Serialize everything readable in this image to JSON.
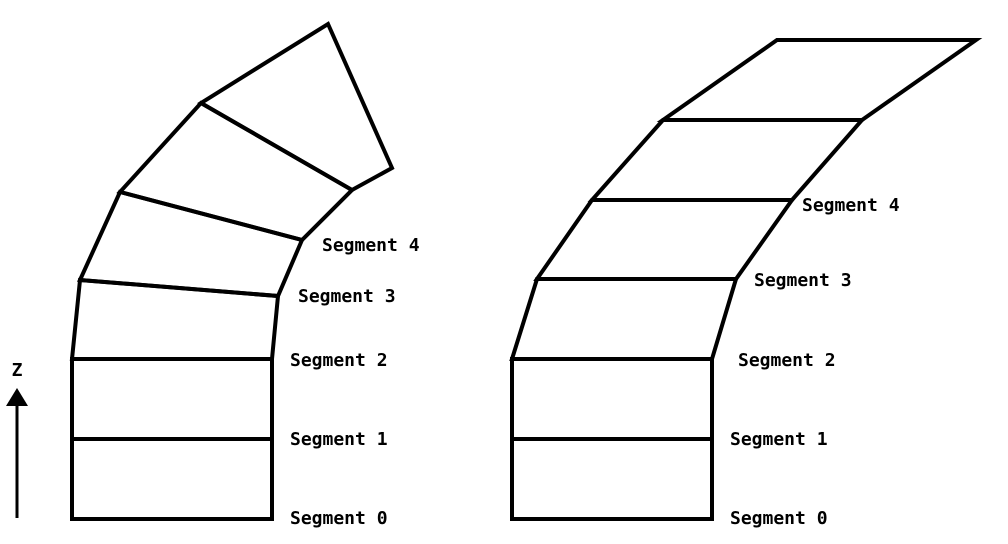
{
  "axis": {
    "label": "Z"
  },
  "left_figure": {
    "labels": {
      "seg0": "Segment 0",
      "seg1": "Segment 1",
      "seg2": "Segment 2",
      "seg3": "Segment 3",
      "seg4": "Segment 4"
    }
  },
  "right_figure": {
    "labels": {
      "seg0": "Segment 0",
      "seg1": "Segment 1",
      "seg2": "Segment 2",
      "seg3": "Segment 3",
      "seg4": "Segment 4"
    }
  }
}
